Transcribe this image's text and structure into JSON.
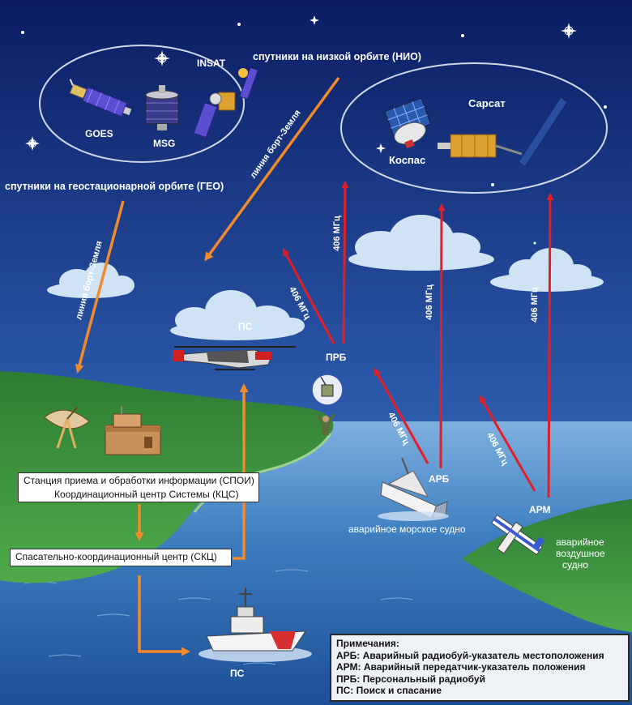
{
  "labels": {
    "leo": "спутники на низкой орбите (НИО)",
    "geo": "спутники на геостационарной орбите (ГЕО)",
    "goes": "GOES",
    "msg": "MSG",
    "insat": "INSAT",
    "cospas": "Коспас",
    "sarsat": "Сарсат",
    "downlink_1": "линия борт-Земля",
    "downlink_2": "линия борт-Земля",
    "freq_1": "406 МГц",
    "freq_2": "406 МГц",
    "freq_3": "406 МГц",
    "freq_4": "406 МГц",
    "freq_5": "406 МГц",
    "freq_6": "406 МГц",
    "sar_air": "ПС",
    "sar_sea": "ПС",
    "plb": "ПРБ",
    "epirb": "АРБ",
    "elt": "АРМ",
    "ship_caption": "аварийное морское судно",
    "aircraft_caption": [
      "аварийное",
      "воздушное",
      "судно"
    ]
  },
  "boxes": {
    "lut_line1": "Станция приема и обработки информации (СПОИ)",
    "lut_line2": "Координационный центр Системы (КЦС)",
    "rcc": "Спасательно-координационный центр (СКЦ)"
  },
  "notes": {
    "title": "Примечания:",
    "items": [
      "АРБ: Аварийный радиобуй-указатель местоположения",
      "АРМ: Аварийный передатчик-указатель положения",
      "ПРБ: Персональный радиобуй",
      "ПС: Поиск и спасание"
    ]
  },
  "colors": {
    "sky_top": "#0c1f6b",
    "sky_bottom": "#3d78c4",
    "sea": "#2f6fb0",
    "land": "#2f8a3a",
    "uplink": "#e41e26",
    "downlink": "#f08a2a",
    "cloud": "#cfe3f5"
  }
}
